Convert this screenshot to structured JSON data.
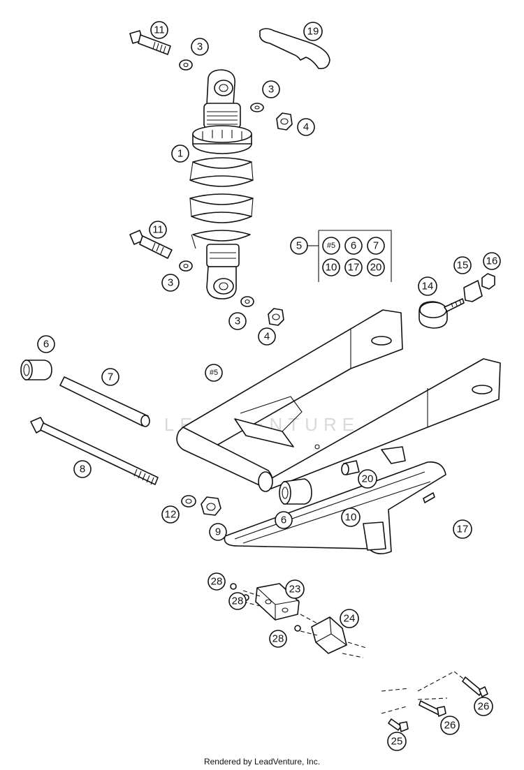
{
  "diagram": {
    "watermark": "LEADVENTURE",
    "footer": "Rendered by LeadVenture, Inc.",
    "kit_box": {
      "kit_label": "5",
      "contents": [
        "#5",
        "6",
        "7",
        "10",
        "17",
        "20"
      ]
    },
    "callouts": [
      {
        "id": "c11a",
        "label": "11"
      },
      {
        "id": "c3a",
        "label": "3"
      },
      {
        "id": "c19",
        "label": "19"
      },
      {
        "id": "c3b",
        "label": "3"
      },
      {
        "id": "c4a",
        "label": "4"
      },
      {
        "id": "c1",
        "label": "1"
      },
      {
        "id": "c11b",
        "label": "11"
      },
      {
        "id": "c3c",
        "label": "3"
      },
      {
        "id": "c3d",
        "label": "3"
      },
      {
        "id": "c4b",
        "label": "4"
      },
      {
        "id": "c15",
        "label": "15"
      },
      {
        "id": "c16",
        "label": "16"
      },
      {
        "id": "c14",
        "label": "14"
      },
      {
        "id": "c6a",
        "label": "6"
      },
      {
        "id": "c7",
        "label": "7"
      },
      {
        "id": "c5swing",
        "label": "#5"
      },
      {
        "id": "c8",
        "label": "8"
      },
      {
        "id": "c20",
        "label": "20"
      },
      {
        "id": "c12",
        "label": "12"
      },
      {
        "id": "c9",
        "label": "9"
      },
      {
        "id": "c6b",
        "label": "6"
      },
      {
        "id": "c10",
        "label": "10"
      },
      {
        "id": "c17",
        "label": "17"
      },
      {
        "id": "c28a",
        "label": "28"
      },
      {
        "id": "c23",
        "label": "23"
      },
      {
        "id": "c28b",
        "label": "28"
      },
      {
        "id": "c24",
        "label": "24"
      },
      {
        "id": "c28c",
        "label": "28"
      },
      {
        "id": "c26a",
        "label": "26"
      },
      {
        "id": "c26b",
        "label": "26"
      },
      {
        "id": "c25",
        "label": "25"
      }
    ]
  }
}
